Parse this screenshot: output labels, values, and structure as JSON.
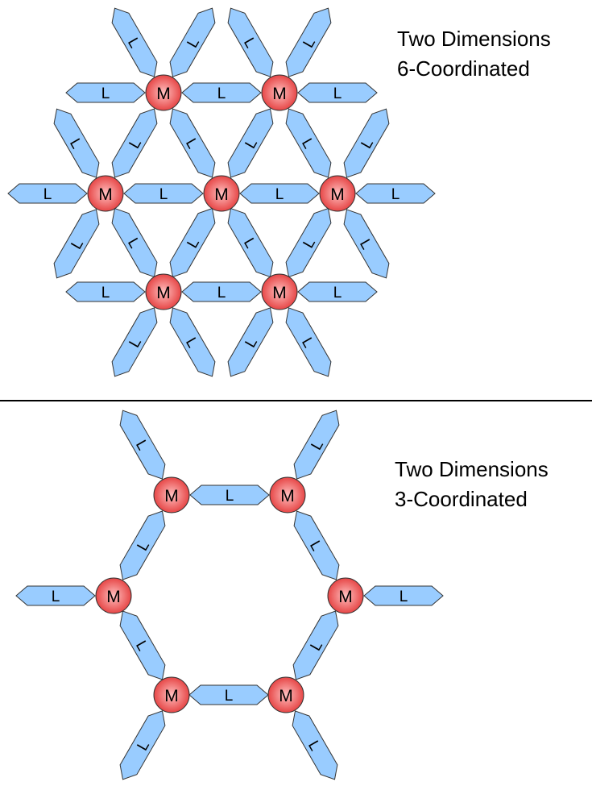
{
  "sections": [
    {
      "title_line1": "Two Dimensions",
      "title_line2": "6-Coordinated",
      "coordination": 6
    },
    {
      "title_line1": "Two Dimensions",
      "title_line2": "3-Coordinated",
      "coordination": 3
    }
  ],
  "labels": {
    "metal": "M",
    "ligand": "L"
  },
  "colors": {
    "metal_center": "#ffc0c0",
    "metal_edge": "#e43a3a",
    "ligand_fill": "#99ccff",
    "outline": "#333333"
  }
}
